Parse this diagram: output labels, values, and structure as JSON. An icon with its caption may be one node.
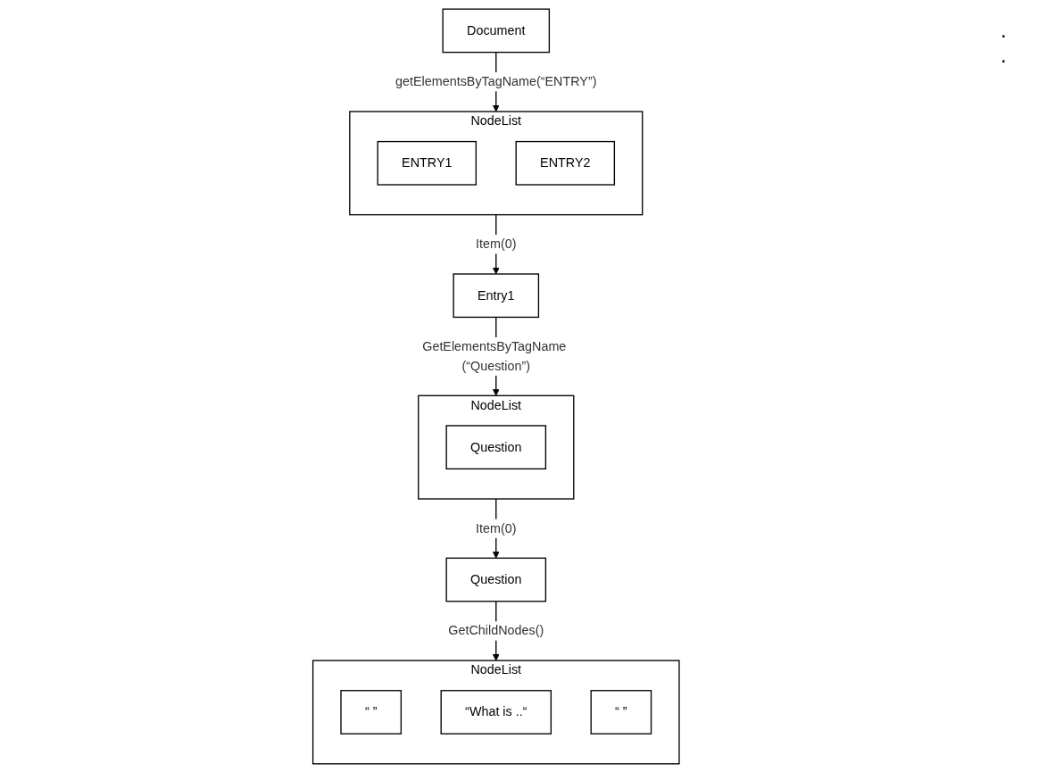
{
  "diagram": {
    "nodes": [
      {
        "text": [
          "Document"
        ]
      },
      {
        "text": [
          "NodeList"
        ]
      },
      {
        "text": [
          "ENTRY1"
        ],
        "in": 1
      },
      {
        "text": [
          "ENTRY2"
        ],
        "in": 1
      },
      {
        "text": [
          "Entry1"
        ]
      },
      {
        "text": [
          "NodeList"
        ]
      },
      {
        "text": [
          "Question"
        ],
        "in": 5
      },
      {
        "text": [
          "Question"
        ]
      },
      {
        "text": [
          "NodeList"
        ]
      },
      {
        "text": [
          "“ ”"
        ],
        "in": 8
      },
      {
        "text": [
          "“What is ..“"
        ],
        "in": 8
      },
      {
        "text": [
          "“ ”"
        ],
        "in": 8
      }
    ],
    "edges": [
      {
        "from": 0,
        "to": 1,
        "arrow": "to",
        "label": "getElementsByTagName(“ENTRY”)"
      },
      {
        "from": 1,
        "to": 4,
        "arrow": "to",
        "label": "Item(0)"
      },
      {
        "from": 4,
        "to": 5,
        "arrow": "to",
        "label": "GetElementsByTagName (“Question”)"
      },
      {
        "from": 5,
        "to": 7,
        "arrow": "to",
        "label": "Item(0)"
      },
      {
        "from": 7,
        "to": 8,
        "arrow": "to",
        "label": "GetChildNodes()"
      }
    ],
    "labels": [
      ".",
      "."
    ]
  }
}
